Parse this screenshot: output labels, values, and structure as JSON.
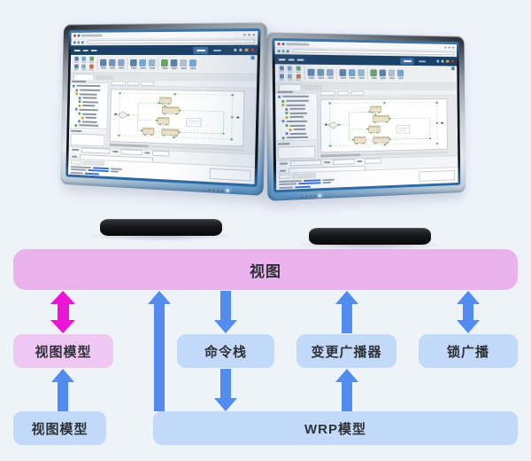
{
  "theme": {
    "page_bg": "#eef2f9",
    "pink_bar": "#e9b2ec",
    "pink_box": "#efc7f2",
    "blue_box": "#c2d9f9",
    "arrow_blue": "#538cf0",
    "arrow_magenta": "#ee14d6",
    "label_color": "#2f3237",
    "ribbon_navy": "#1b4066"
  },
  "architecture": {
    "view": "视图",
    "view_model_upper": "视图模型",
    "command_stack": "命令栈",
    "change_broadcaster": "变更广播器",
    "lock_broadcast": "锁广播",
    "view_model_lower": "视图模型",
    "wrp_model": "WRP模型"
  }
}
